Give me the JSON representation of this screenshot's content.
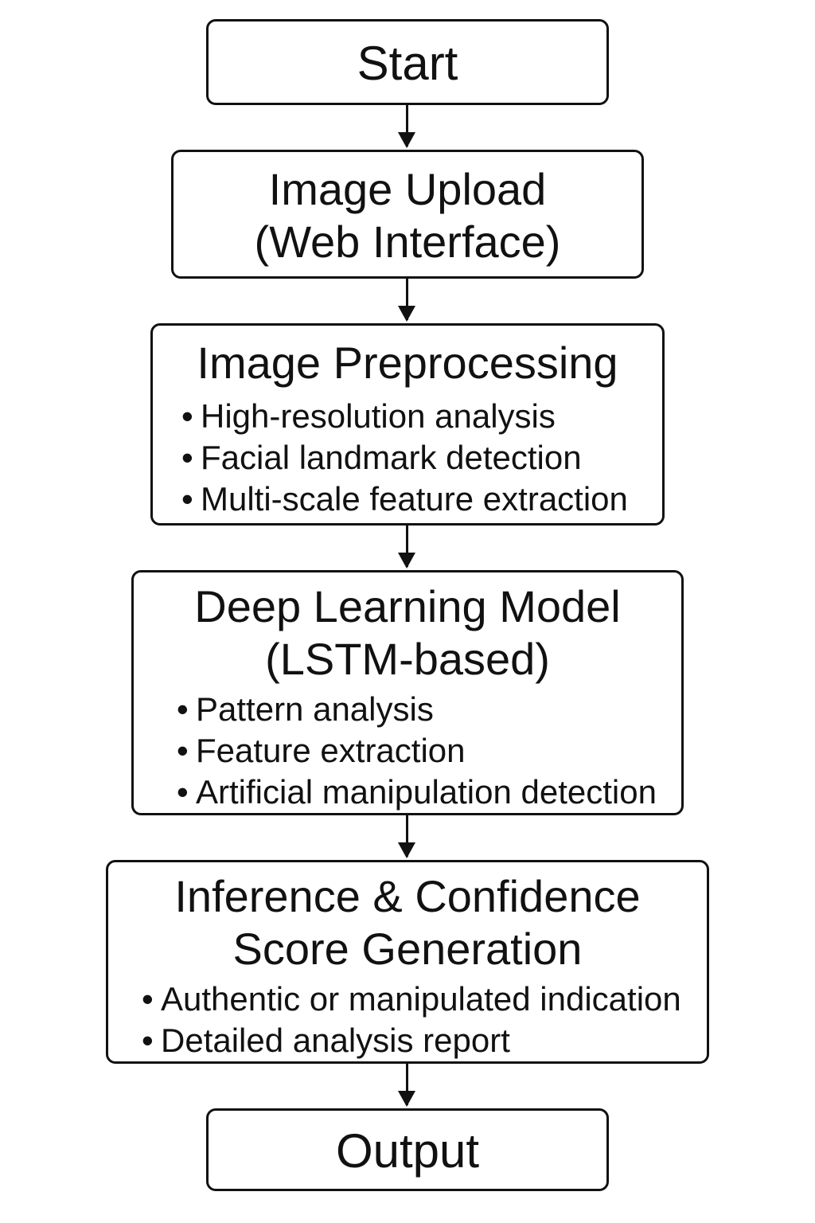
{
  "flowchart": {
    "start": {
      "label": "Start"
    },
    "upload": {
      "title_line1": "Image Upload",
      "title_line2": "(Web Interface)"
    },
    "preprocessing": {
      "title": "Image Preprocessing",
      "bullets": [
        "High-resolution analysis",
        "Facial landmark detection",
        "Multi-scale feature extraction"
      ]
    },
    "model": {
      "title_line1": "Deep Learning Model",
      "title_line2": "(LSTM-based)",
      "bullets": [
        "Pattern analysis",
        "Feature extraction",
        "Artificial manipulation detection"
      ]
    },
    "inference": {
      "title_line1": "Inference & Confidence",
      "title_line2": "Score Generation",
      "bullets": [
        "Authentic or manipulated indication",
        "Detailed analysis report"
      ]
    },
    "output": {
      "label": "Output"
    }
  }
}
